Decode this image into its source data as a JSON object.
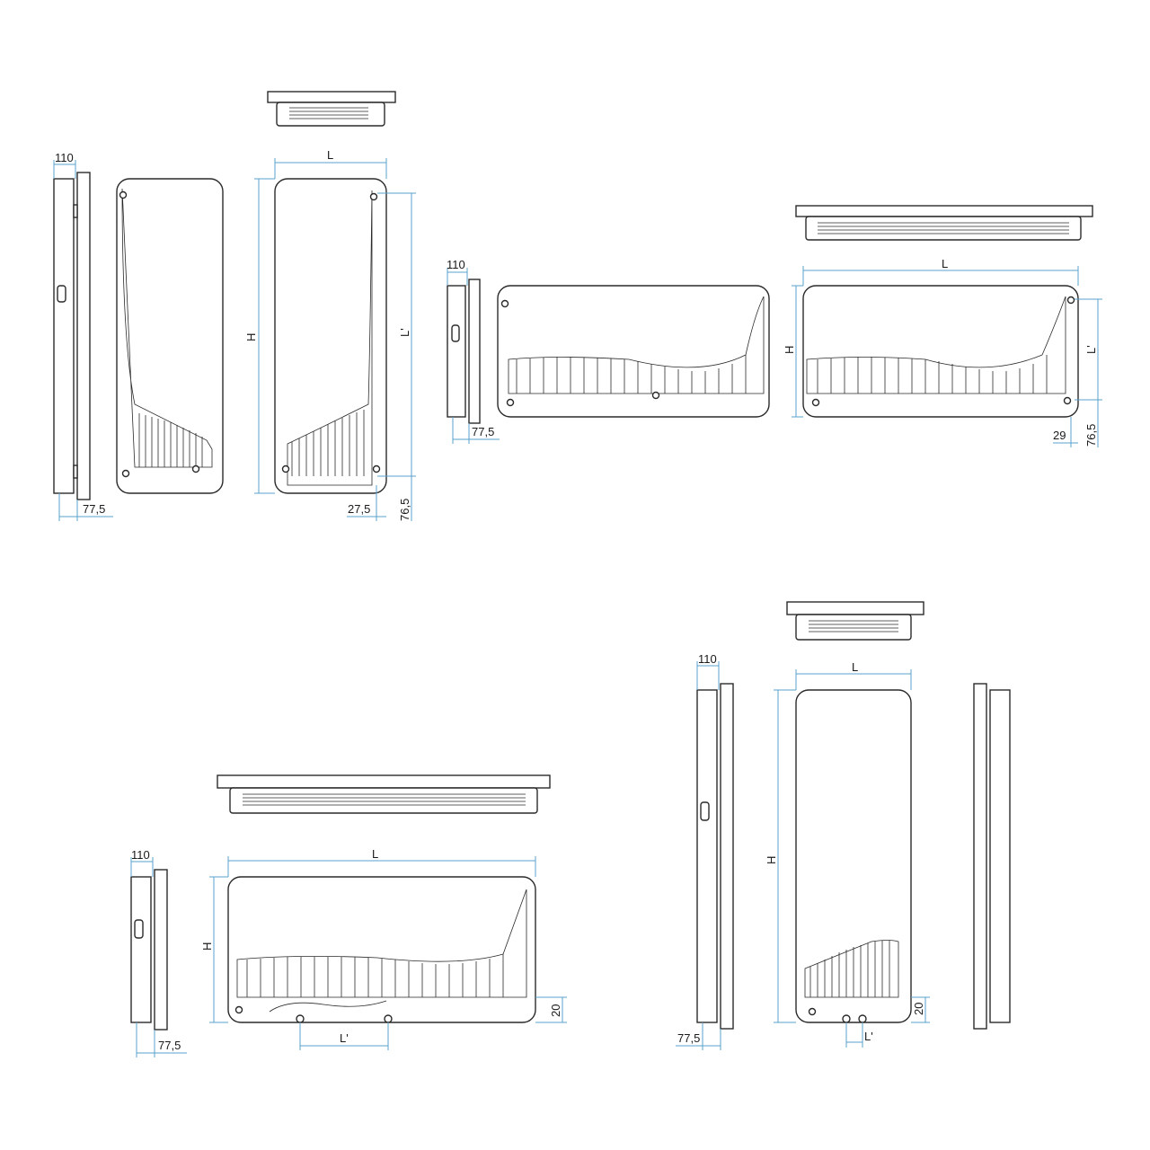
{
  "labels": {
    "depth_110": "110",
    "depth_77_5": "77,5",
    "length": "L",
    "height": "H",
    "connection": "L'",
    "offset_27_5": "27,5",
    "offset_76_5": "76,5",
    "offset_29": "29",
    "offset_20": "20"
  },
  "colors": {
    "dimension_line": "#5aa0cc",
    "outline": "#2a2a2a",
    "fill": "#ffffff"
  }
}
